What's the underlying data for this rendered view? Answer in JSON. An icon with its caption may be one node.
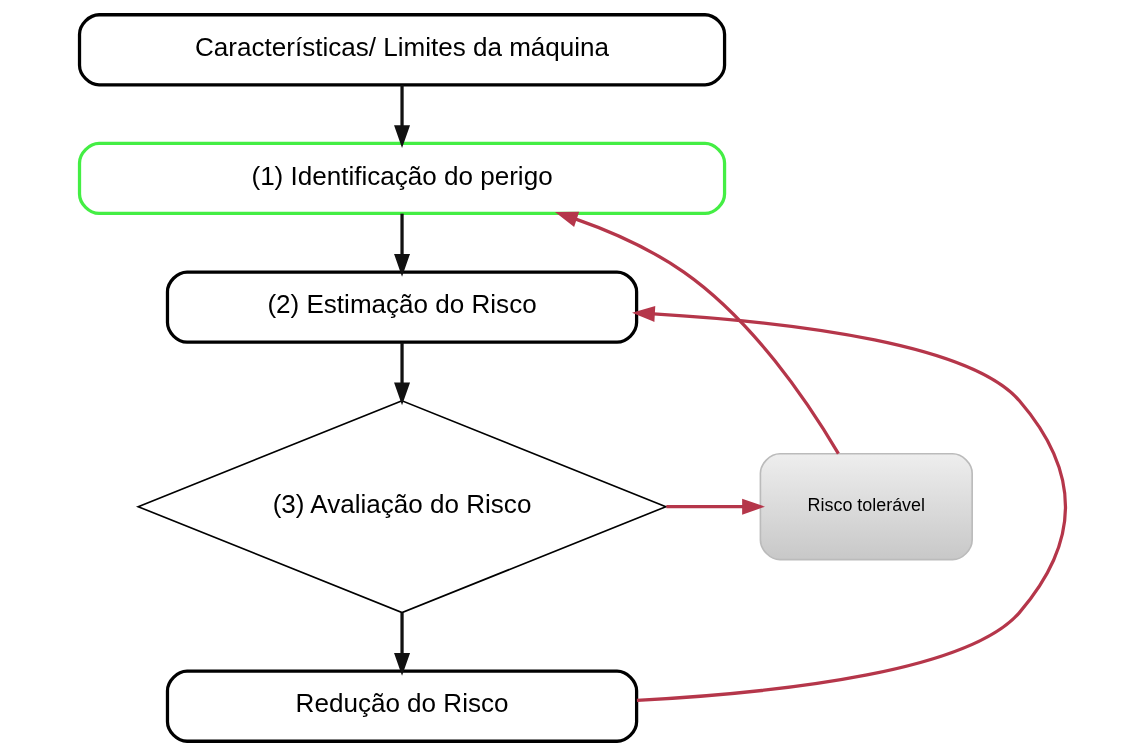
{
  "diagram": {
    "nodes": [
      {
        "text": [
          "Características/ Limites da máquina"
        ]
      },
      {
        "text": [
          "(1) Identificação do perigo"
        ]
      },
      {
        "text": [
          "(2) Estimação do Risco"
        ]
      },
      {
        "text": [
          "(3) Avaliação do Risco"
        ]
      },
      {
        "text": [
          "Risco tolerável"
        ]
      },
      {
        "text": [
          "Redução do Risco"
        ]
      }
    ],
    "edges": [
      {
        "from": 0,
        "to": 1,
        "arrow": "to"
      },
      {
        "from": 1,
        "to": 2,
        "arrow": "to"
      },
      {
        "from": 2,
        "to": 3,
        "arrow": "to"
      },
      {
        "from": 3,
        "to": 4,
        "arrow": "to",
        "color": "#b5364a"
      },
      {
        "from": 4,
        "to": 1,
        "arrow": "to",
        "color": "#b5364a"
      },
      {
        "from": 3,
        "to": 5,
        "arrow": "to"
      },
      {
        "from": 5,
        "to": 2,
        "arrow": "to",
        "color": "#b5364a"
      }
    ]
  }
}
